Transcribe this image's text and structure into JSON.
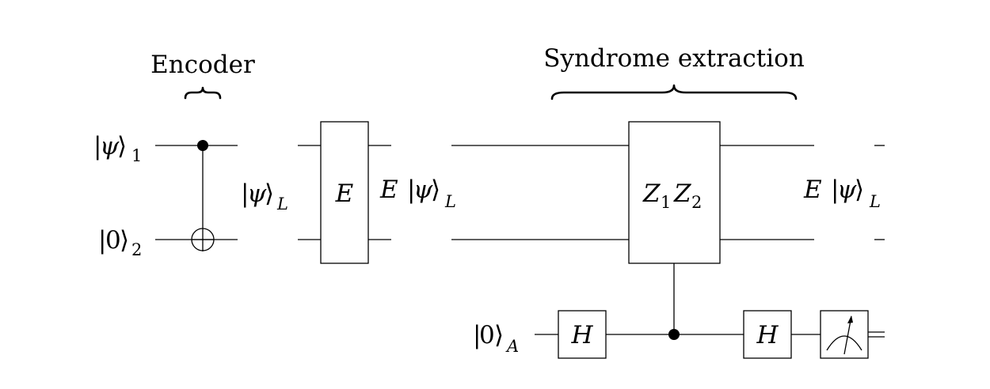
{
  "labels": {
    "encoder": "Encoder",
    "syndrome": "Syndrome extraction"
  },
  "inputs": {
    "psi1": {
      "ket": "ψ",
      "sub": "1"
    },
    "zero2": {
      "ket": "0",
      "sub": "2"
    },
    "psiL": {
      "ket": "ψ",
      "sub": "L"
    },
    "zeroA": {
      "ket": "0",
      "sub": "A"
    }
  },
  "states": {
    "after_error": {
      "op": "E",
      "ket": "ψ",
      "sub": "L"
    },
    "output": {
      "op": "E",
      "ket": "ψ",
      "sub": "L"
    }
  },
  "gates": {
    "error": "E",
    "parity": {
      "z1": "Z",
      "z1_sub": "1",
      "z2": "Z",
      "z2_sub": "2"
    },
    "hadamard_1": "H",
    "hadamard_2": "H"
  }
}
